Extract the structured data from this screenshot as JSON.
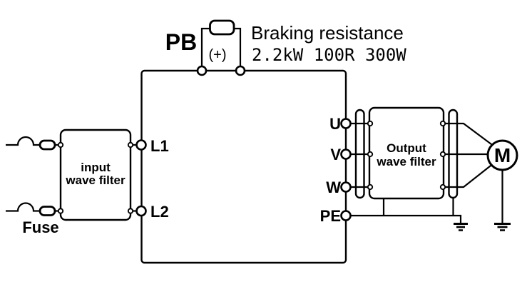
{
  "colors": {
    "line": "#000000",
    "background": "#ffffff"
  },
  "braking": {
    "pb": "PB",
    "plus": "(+)",
    "title": "Braking resistance",
    "spec": "2.2kW 100R 300W"
  },
  "input": {
    "fuse": "Fuse",
    "filter_line1": "input",
    "filter_line2": "wave filter",
    "l1": "L1",
    "l2": "L2"
  },
  "inverter": {
    "u": "U",
    "v": "V",
    "w": "W",
    "pe": "PE"
  },
  "output": {
    "filter_line1": "Output",
    "filter_line2": "wave filter",
    "motor": "M"
  }
}
